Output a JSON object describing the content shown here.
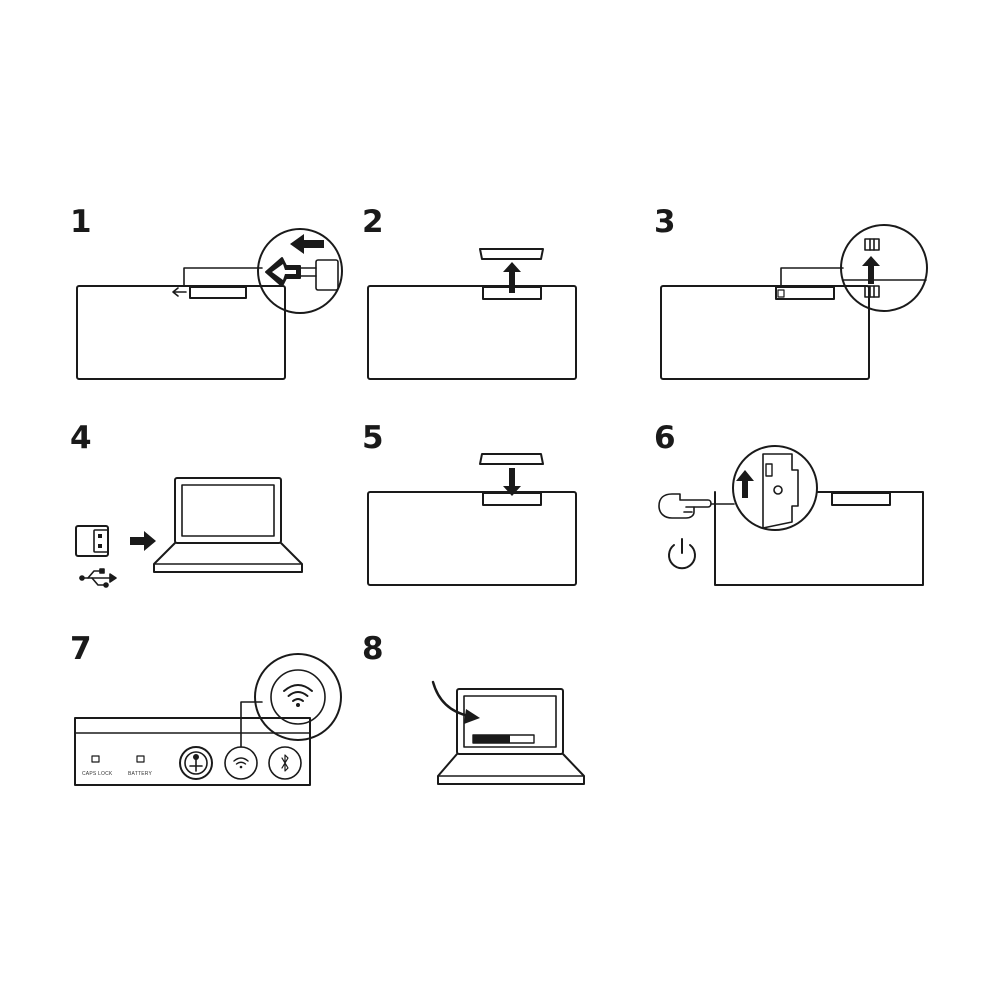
{
  "steps": [
    {
      "number": "1",
      "illustration": "remove-battery-door-and-receiver"
    },
    {
      "number": "2",
      "illustration": "lift-battery-cover"
    },
    {
      "number": "3",
      "illustration": "insert-batteries"
    },
    {
      "number": "4",
      "illustration": "plug-usb-receiver-into-laptop"
    },
    {
      "number": "5",
      "illustration": "replace-battery-cover"
    },
    {
      "number": "6",
      "illustration": "slide-power-switch-on"
    },
    {
      "number": "7",
      "illustration": "status-lights-and-connection-buttons"
    },
    {
      "number": "8",
      "illustration": "install-software"
    }
  ],
  "keyboard_panel": {
    "caps_lock_label": "CAPS LOCK",
    "battery_label": "BATTERY"
  },
  "icons": [
    "arrow-left-icon",
    "arrow-up-icon",
    "arrow-down-icon",
    "arrow-right-icon",
    "usb-icon",
    "power-icon",
    "wifi-icon",
    "bluetooth-icon",
    "hand-pointer-icon",
    "curved-arrow-icon"
  ],
  "colors": {
    "ink": "#1a1a1a",
    "paper": "#ffffff"
  }
}
